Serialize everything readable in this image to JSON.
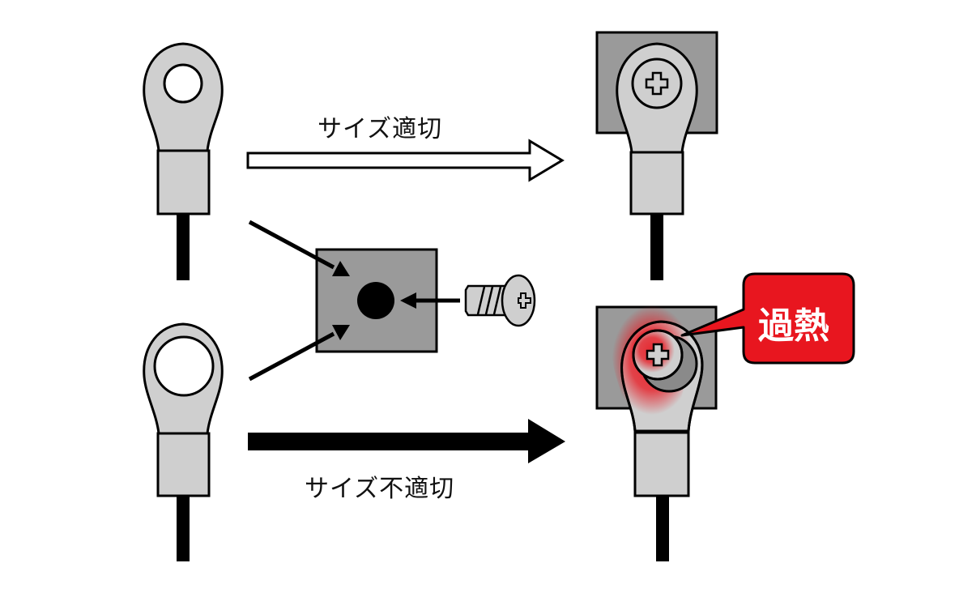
{
  "diagram": {
    "title": "Ring terminal size vs screw fit",
    "labels": {
      "proper_size": "サイズ適切",
      "improper_size": "サイズ不適切",
      "overheat": "過熱"
    },
    "colors": {
      "terminal_fill": "#cfcfcf",
      "plate_fill": "#9a9a9a",
      "outline": "#000000",
      "wire": "#000000",
      "callout": "#e8161f",
      "callout_text": "#ffffff",
      "heat_glow": "#e8161f"
    },
    "elements": [
      {
        "id": "terminal-small-hole",
        "description": "Ring terminal with correctly sized hole"
      },
      {
        "id": "terminal-large-hole",
        "description": "Ring terminal with oversized hole"
      },
      {
        "id": "mounting-plate",
        "description": "Plate with screw hole"
      },
      {
        "id": "screw",
        "description": "Phillips screw"
      },
      {
        "id": "result-proper",
        "description": "Terminal fastened correctly"
      },
      {
        "id": "result-improper",
        "description": "Loose terminal overheating"
      }
    ]
  }
}
